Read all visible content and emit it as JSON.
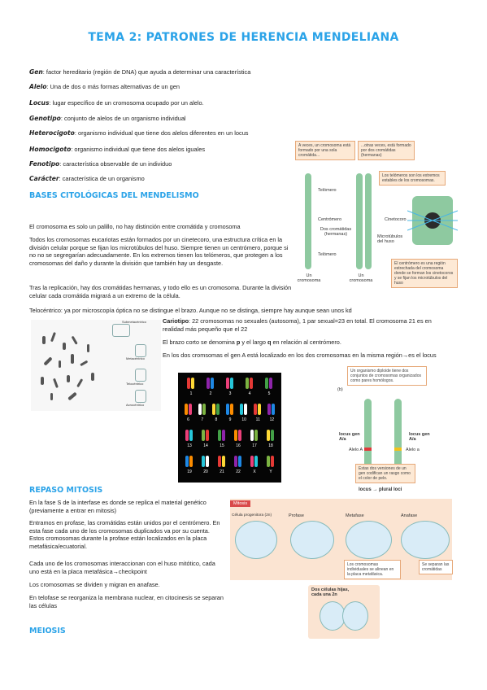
{
  "title": "TEMA 2: PATRONES DE HERENCIA MENDELIANA",
  "definitions": [
    {
      "term": "Gen",
      "text": ": factor hereditario (región de DNA) que ayuda a determinar una característica"
    },
    {
      "term": "Alelo",
      "text": ": Una de dos o más formas alternativas de un gen"
    },
    {
      "term": "Locus",
      "text": ": lugar específico de un cromosoma ocupado por un alelo."
    },
    {
      "term": "Genotipo",
      "text": ": conjunto de alelos de un organismo individual"
    },
    {
      "term": "Heterocigoto",
      "text": ": organismo individual que tiene dos alelos diferentes en un locus"
    },
    {
      "term": "Homocigoto",
      "text": ": organismo individual que tiene dos alelos iguales"
    },
    {
      "term": "Fenotipo",
      "text": ": característica observable de un individuo"
    },
    {
      "term": "Carácter",
      "text": ": característica de un organismo"
    }
  ],
  "section1": {
    "heading": "BASES CITOLÓGICAS DEL MENDELISMO",
    "p1": "El cromosoma es solo un palillo, no hay distinción entre cromátida y cromosoma",
    "p2": "Todos los cromosomas eucariotas están formados por un cinetecoro, una estructura crítica en la división celular porque se fijan los microtúbulos del huso. Siempre tienen un centrómero, porque si no no se segregarían adecuadamente. En los extremos tienen los telómeros, que protegen a los cromosomas del daño y durante la división que también hay un desgaste.",
    "p3": "Tras la replicación, hay dos cromátidas hermanas, y todo ello es un cromosoma. Durante la división celular cada cromátida migrará a un extremo de la célula.",
    "p4": "Telocéntrico: ya por microscopía óptica no se distingue el brazo. Aunque no se distinga, siempre hay aunque sean unos kd"
  },
  "karyotype": {
    "cariotipo_term": "Cariotipo",
    "cariotipo_text": ": 22 cromosomas no sexuales (autosoma), 1 par sexual=23 en total. El cromosoma 21 es en realidad más pequeño que el 22",
    "brazo_a": "El brazo corto se denomina ",
    "brazo_p": "p",
    "brazo_b": " y el largo ",
    "brazo_q": "q",
    "brazo_c": " en relación al centrómero.",
    "gen_text": "En los dos cromsomas el gen A está localizado en los dos cromosomas en la misma región→es el locus",
    "numbers": [
      "1",
      "2",
      "3",
      "4",
      "5",
      "6",
      "7",
      "8",
      "9",
      "10",
      "11",
      "12",
      "13",
      "14",
      "15",
      "16",
      "17",
      "18",
      "19",
      "20",
      "21",
      "22",
      "X",
      "Y"
    ]
  },
  "chromosome_fig": {
    "callout1": "A veces, un cromosoma está formado por una sola cromátida...",
    "callout2": "...otras veces, está formado por dos cromátidas (hermanas)",
    "callout3": "Los telómeros son los extremos estables de los cromosomas.",
    "callout4": "El centrómero es una región estrechada del cromosoma donde se forman los cinetocoros y se fijan los microtúbulos del huso",
    "telomero1": "Telómero",
    "telomero2": "Telómero",
    "centromero": "Centrómero",
    "cinetocoro": "Cinetocoro",
    "dos_cromatidas": "Dos cromátidas (hermanas)",
    "microtubulos": "Microtúbulos del huso",
    "un_cromosoma1": "Un cromosoma",
    "un_cromosoma2": "Un cromosoma"
  },
  "types_fig": {
    "sub": "Submetacéntrico",
    "meta": "Metacéntrico",
    "telo": "Telocéntrico",
    "acro": "Acrocéntrico"
  },
  "locus_fig": {
    "callout": "Un organismo diploide tiene dos conjuntos de cromosomas organizados como pares homólogos.",
    "b": "(b)",
    "locus_left": "locus gen A/a",
    "locus_right": "locus gen A/a",
    "alelo_A": "Alelo A",
    "alelo_a": "Alelo a",
    "callout2": "Estas dos versiones de un gen codifican un rasgo como el color de pelo.",
    "plural": "locus → plural loci"
  },
  "section2": {
    "heading": "REPASO MITOSIS",
    "p1": "En la fase S de la interfase es donde se replica el material genético (previamente a entrar en mitosis)",
    "p2": "Entramos en profase, las cromátidas están unidos por el centrómero. En esta fase cada uno de los cromosomas duplicados va por su cuenta. Estos cromosomas durante la profase están localizados en la placa metafásica/ecuatorial.",
    "p3": "Cada uno de los cromosomas interaccionan con el huso mitótico, cada uno está en la placa metafásica→checkpoint",
    "p4": "Los cromosomas se dividen y migran en anafase.",
    "p5": "En telofase se reorganiza la membrana nuclear, en citocinesis se separan las células"
  },
  "mitosis_fig": {
    "title": "Mitosis",
    "stage1": "Célula progenitora (2n)",
    "stage2": "Profase",
    "stage3": "Metafase",
    "stage4": "Anafase",
    "note1": "Los cromosomas individuales se alinean en la placa metafásica.",
    "note2": "Se separan las cromátidas",
    "daughters": "Dos células hijas, cada una 2n"
  },
  "section3": {
    "heading": "MEIOSIS"
  },
  "colors": {
    "accent": "#2ba3e8",
    "green": "#8ec9a0",
    "callout": "#fde9d5",
    "mitosis_bg": "#fbe4d2"
  }
}
